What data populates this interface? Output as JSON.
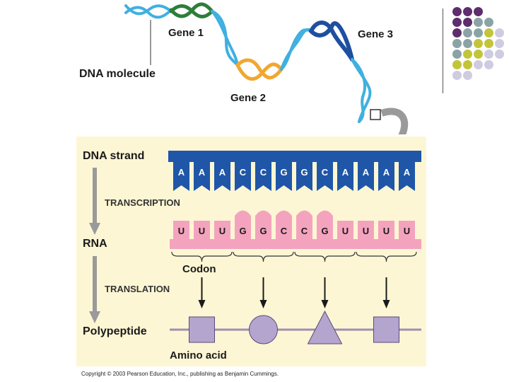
{
  "top": {
    "gene1": "Gene 1",
    "gene2": "Gene 2",
    "gene3": "Gene 3",
    "dna_molecule": "DNA molecule"
  },
  "panel": {
    "dna_strand": "DNA strand",
    "transcription": "TRANSCRIPTION",
    "rna": "RNA",
    "codon": "Codon",
    "translation": "TRANSLATION",
    "polypeptide": "Polypeptide",
    "amino_acid": "Amino acid"
  },
  "dna_bases": [
    "A",
    "A",
    "A",
    "C",
    "C",
    "G",
    "G",
    "C",
    "A",
    "A",
    "A",
    "A"
  ],
  "rna_bases": [
    "U",
    "U",
    "U",
    "G",
    "G",
    "C",
    "C",
    "G",
    "U",
    "U",
    "U",
    "U"
  ],
  "amino_acid_shapes": [
    "square",
    "circle",
    "triangle",
    "square"
  ],
  "copyright": "Copyright © 2003 Pearson Education, Inc., publishing as Benjamin Cummings.",
  "colors": {
    "dna": "#1f56a8",
    "rna": "#f4a3be",
    "amino": "#b4a5cf",
    "gene1": "#2e7d3a",
    "gene2": "#f0a830",
    "gene3": "#1e4fa0",
    "helix_light": "#3fb0e0",
    "panel_bg": "#fdf6d4",
    "arrow": "#9a9a9a",
    "purple": "#5d2d6e",
    "teal": "#8aa3a6",
    "olive": "#c2c53a",
    "lavender": "#cfcbe0"
  }
}
